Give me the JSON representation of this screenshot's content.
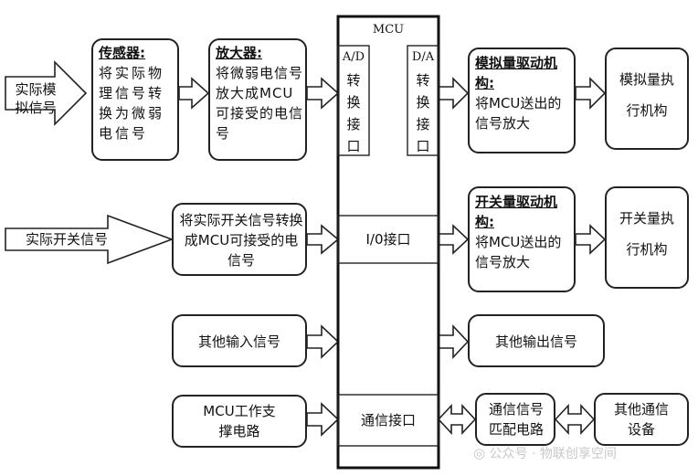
{
  "inputs": {
    "analog_signal": "实际模拟信号",
    "switch_signal": "实际开关信号"
  },
  "sensor": {
    "title": "传感器:",
    "desc": "将实际物理信号转换为微弱电信号"
  },
  "amplifier": {
    "title": "放大器:",
    "desc": "将微弱电信号放大成MCU可接受的电信号"
  },
  "switch_conv": {
    "desc": "将实际开关信号转换成MCU可接受的电信号"
  },
  "other_input": "其他输入信号",
  "mcu_support": "MCU工作支撑电路",
  "mcu": {
    "title": "MCU",
    "ad_label": "A/D",
    "ad_text": "转换接口",
    "da_label": "D/A",
    "da_text": "转换接口",
    "io": "I/0接口",
    "comm": "通信接口"
  },
  "analog_driver": {
    "title": "模拟量驱动机构:",
    "desc": "将MCU送出的信号放大"
  },
  "switch_driver": {
    "title": "开关量驱动机构:",
    "desc": "将MCU送出的信号放大"
  },
  "analog_exec": "模拟量执行机构",
  "switch_exec": "开关量执行机构",
  "other_output": "其他输出信号",
  "comm_match": "通信信号匹配电路",
  "other_device": "其他通信设备",
  "watermark": "公众号 · 物联创享空间"
}
